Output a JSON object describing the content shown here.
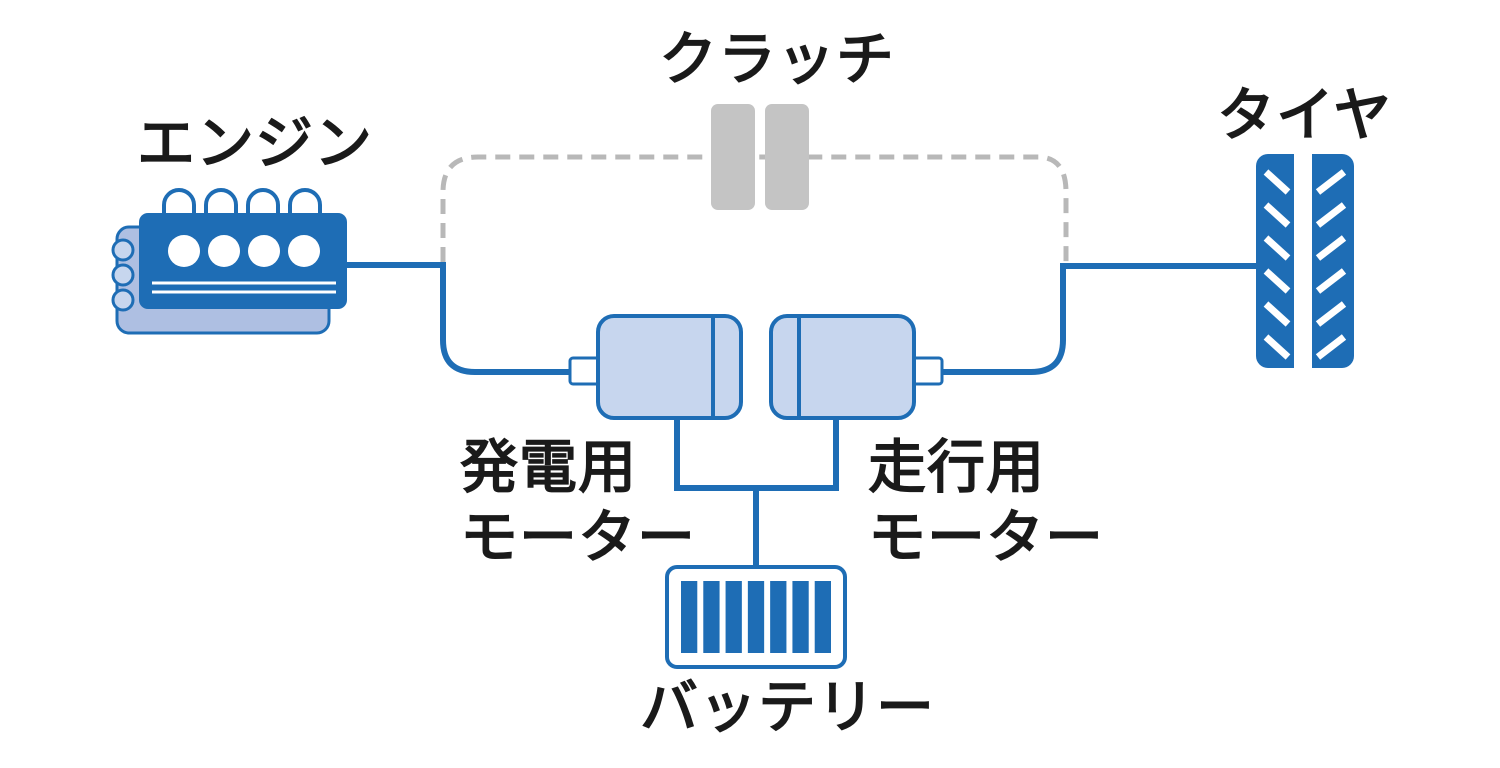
{
  "labels": {
    "engine": "エンジン",
    "clutch": "クラッチ",
    "tire": "タイヤ",
    "generator_motor": {
      "line1": "発電用",
      "line2": "モーター"
    },
    "drive_motor": {
      "line1": "走行用",
      "line2": "モーター"
    },
    "battery": "バッテリー"
  },
  "colors": {
    "blue": "#1e6db5",
    "light_blue": "#c7d6ee",
    "mid_blue": "#aebfe2",
    "gray": "#c4c4c4",
    "dash_gray": "#b8b8b8",
    "text": "#1a1a1a"
  },
  "battery_cells": 7,
  "tire_treads": 6
}
